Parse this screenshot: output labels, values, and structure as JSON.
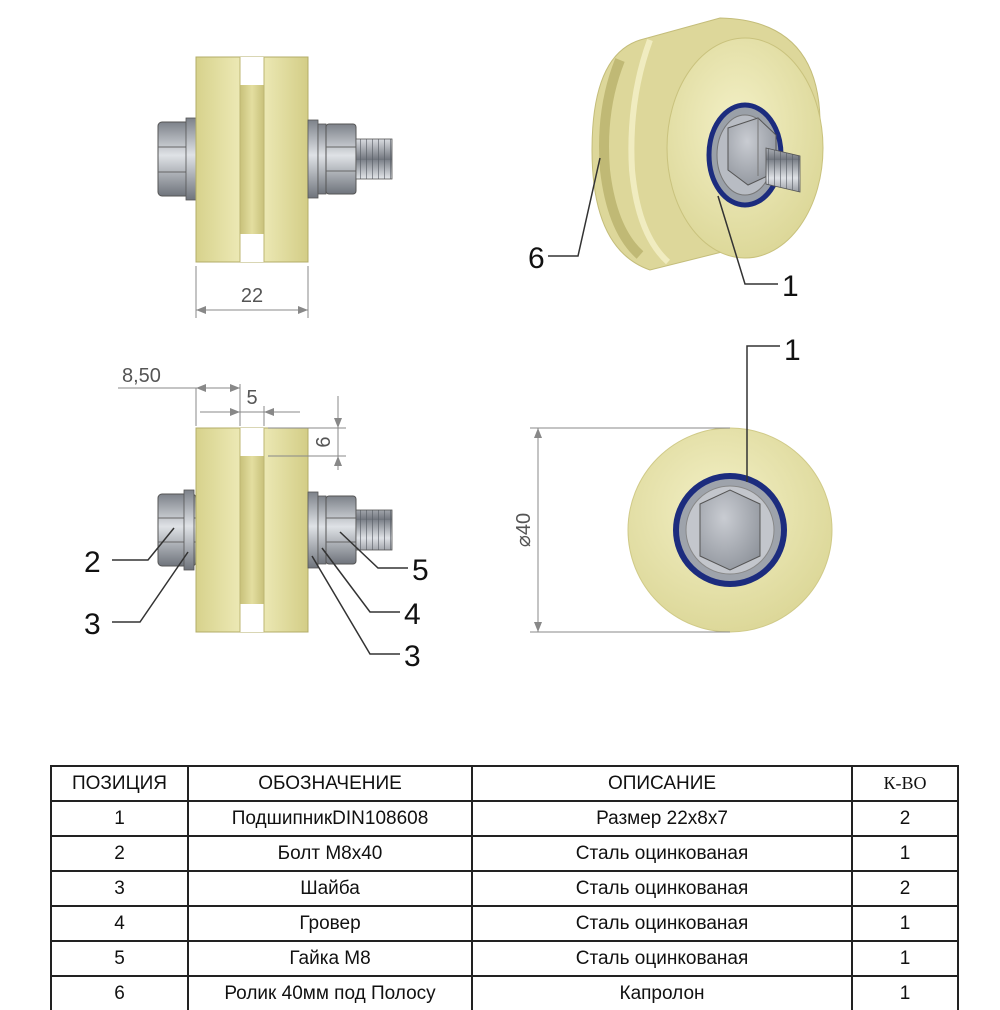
{
  "colors": {
    "roller": "#e7e3a6",
    "roller_dark": "#c9c27d",
    "bearing_ring": "#1c2c7e",
    "steel": "#a8adb5",
    "line": "#333333"
  },
  "views": {
    "front": {
      "dimensions": {
        "width": "22"
      }
    },
    "side": {
      "dimensions": {
        "offset": "8,50",
        "groove_width": "5",
        "groove_depth": "6"
      }
    },
    "end": {
      "dimensions": {
        "diameter": "⌀40"
      }
    }
  },
  "callouts": {
    "iso": [
      "6",
      "1"
    ],
    "side": [
      "2",
      "3",
      "5",
      "4",
      "3"
    ],
    "end": [
      "1"
    ]
  },
  "table": {
    "headers": [
      "ПОЗИЦИЯ",
      "ОБОЗНАЧЕНИЕ",
      "ОПИСАНИЕ",
      "К-ВО"
    ],
    "rows": [
      [
        "1",
        "ПодшипникDIN108608",
        "Размер 22х8х7",
        "2"
      ],
      [
        "2",
        "Болт М8х40",
        "Сталь оцинкованая",
        "1"
      ],
      [
        "3",
        "Шайба",
        "Сталь оцинкованая",
        "2"
      ],
      [
        "4",
        "Гровер",
        "Сталь оцинкованая",
        "1"
      ],
      [
        "5",
        "Гайка М8",
        "Сталь оцинкованая",
        "1"
      ],
      [
        "6",
        "Ролик 40мм под Полосу",
        "Капролон",
        "1"
      ]
    ]
  }
}
